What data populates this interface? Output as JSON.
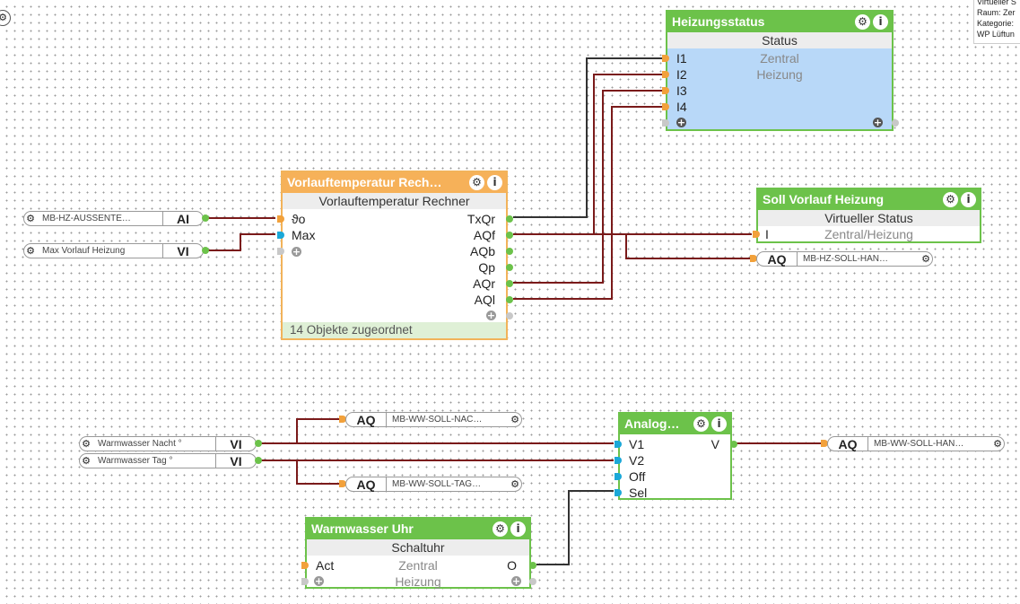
{
  "info_panel": {
    "lines": [
      "Virtueller S",
      "Raum: Zer",
      "Kategorie:",
      "WP Lüftun"
    ]
  },
  "icons": {
    "gear": "⚙",
    "info": "i",
    "plus": "+"
  },
  "colors": {
    "wire_dark": "#333333",
    "wire_red": "#7a1a1a",
    "block_green": "#6cc24a",
    "block_orange": "#f6b159",
    "input_pin": "#f2a13b",
    "input_pin_alt": "#1ba8d8"
  },
  "heizungsstatus": {
    "title": "Heizungsstatus",
    "subtitle": "Status",
    "inputs": [
      "I1",
      "I2",
      "I3",
      "I4"
    ],
    "values": [
      "Zentral",
      "Heizung"
    ]
  },
  "soll_vorlauf": {
    "title": "Soll Vorlauf Heizung",
    "subtitle": "Virtueller Status",
    "input": "I",
    "value": "Zentral/Heizung"
  },
  "vorlauf": {
    "title": "Vorlauftemperatur  Rech…",
    "subtitle": "Vorlauftemperatur Rechner",
    "inputs": [
      "ϑo",
      "Max"
    ],
    "outputs": [
      "TxQr",
      "AQf",
      "AQb",
      "Qp",
      "AQr",
      "AQl"
    ],
    "footer": "14 Objekte zugeordnet"
  },
  "analog": {
    "title": "Analog…",
    "inputs": [
      "V1",
      "V2",
      "Off",
      "Sel"
    ],
    "output": "V"
  },
  "uhr": {
    "title": "Warmwasser Uhr",
    "subtitle": "Schaltuhr",
    "input": "Act",
    "output": "O",
    "values": [
      "Zentral",
      "Heizung"
    ]
  },
  "connectors": {
    "aussentemp": {
      "name": "MB-HZ-AUSSENTE…",
      "type": "AI"
    },
    "max_vorlauf": {
      "name": "Max Vorlauf Heizung",
      "type": "VI"
    },
    "soll_han": {
      "name": "MB-HZ-SOLL-HAN…",
      "type": "AQ"
    },
    "ww_nacht_in": {
      "name": "Warmwasser Nacht °",
      "type": "VI"
    },
    "ww_tag_in": {
      "name": "Warmwasser Tag °",
      "type": "VI"
    },
    "ww_soll_nac": {
      "name": "MB-WW-SOLL-NAC…",
      "type": "AQ"
    },
    "ww_soll_tag": {
      "name": "MB-WW-SOLL-TAG…",
      "type": "AQ"
    },
    "ww_soll_han": {
      "name": "MB-WW-SOLL-HAN…",
      "type": "AQ"
    }
  }
}
